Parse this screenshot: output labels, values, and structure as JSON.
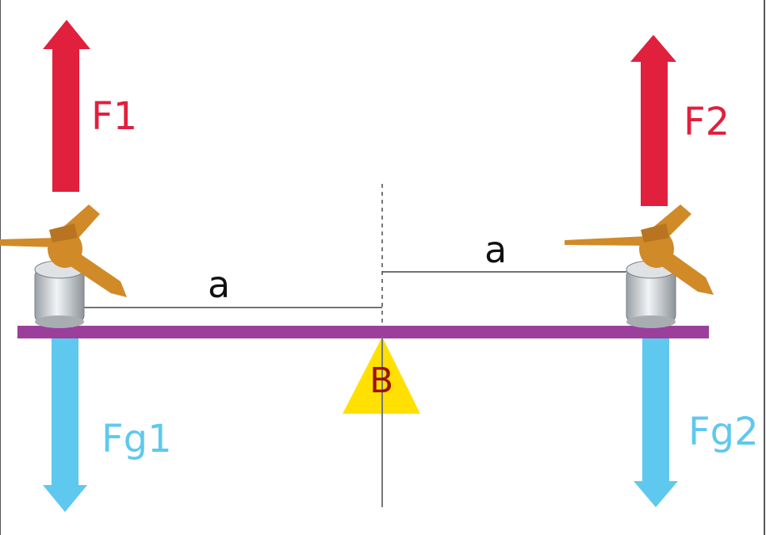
{
  "labels": {
    "force_up_left": "F1",
    "force_up_right": "F2",
    "force_down_left": "Fg1",
    "force_down_right": "Fg2",
    "distance_left": "a",
    "distance_right": "a",
    "pivot": "B"
  },
  "colors": {
    "lift_arrow": "#e0203c",
    "gravity_arrow": "#5fc8ee",
    "beam": "#9b3f9b",
    "pivot_fill": "#ffe000",
    "pivot_label": "#a01010",
    "propeller": "#d08a28",
    "motor": "#c8ccd0"
  },
  "icons": {
    "left_motor": "motor-propeller-icon",
    "right_motor": "motor-propeller-icon"
  }
}
